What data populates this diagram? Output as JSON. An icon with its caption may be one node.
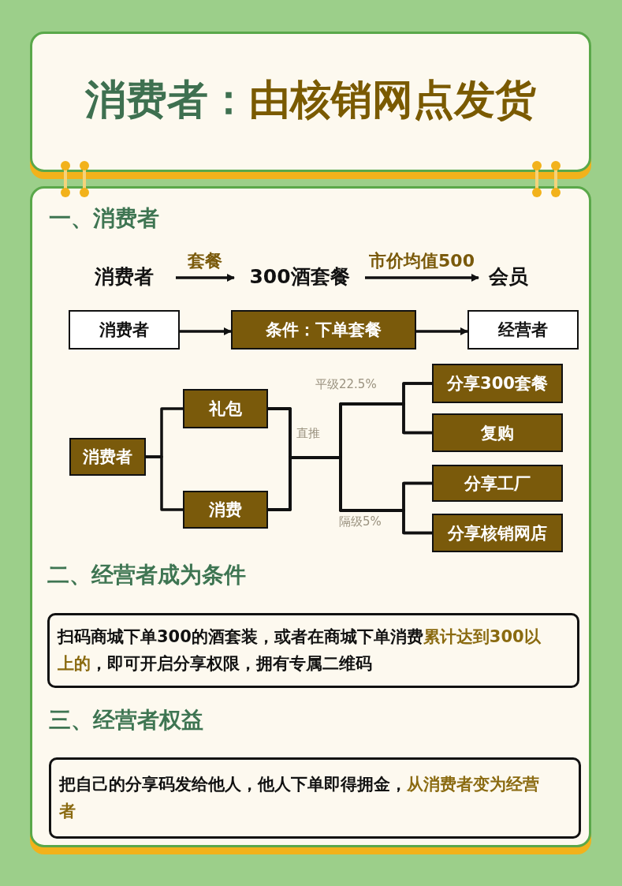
{
  "diagram": {
    "title": "**消费者：**由核销网点发货",
    "nodes": [
      {
        "text": [
          "消费者"
        ]
      },
      {
        "text": [
          "300酒套餐"
        ]
      },
      {
        "text": [
          "会员"
        ]
      },
      {
        "text": [
          "消费者"
        ]
      },
      {
        "text": [
          "条件：下单套餐"
        ]
      },
      {
        "text": [
          "经营者"
        ]
      },
      {
        "text": [
          "消费者"
        ]
      },
      {
        "text": [
          "礼包"
        ]
      },
      {
        "text": [
          "消费"
        ]
      },
      {
        "text": [
          "分享300套餐"
        ]
      },
      {
        "text": [
          "复购"
        ]
      },
      {
        "text": [
          "分享工厂"
        ]
      },
      {
        "text": [
          "分享核销网店"
        ]
      },
      {
        "text": [
          "扫码商城下单300的酒套装，或者在商城下单消费**累计达到300以上的**，即可开启分享权限，拥有专属二维码"
        ]
      },
      {
        "text": [
          "把自己的分享码发给他人，他人下单即得拥金，**从消费者变为经营者**"
        ]
      }
    ],
    "edges": [
      {
        "from": 0,
        "to": 1,
        "arrow": "to",
        "label": "套餐"
      },
      {
        "from": 1,
        "to": 2,
        "arrow": "to",
        "label": "市价均值500"
      },
      {
        "from": 3,
        "to": 4,
        "arrow": "to"
      },
      {
        "from": 4,
        "to": 5,
        "arrow": "to"
      },
      {
        "from": 6,
        "to": 7,
        "arrow": "none"
      },
      {
        "from": 6,
        "to": 8,
        "arrow": "none"
      },
      {
        "from": 7,
        "to": 9,
        "arrow": "none"
      },
      {
        "from": 7,
        "to": 10,
        "arrow": "none"
      },
      {
        "from": 7,
        "to": 11,
        "arrow": "none"
      },
      {
        "from": 7,
        "to": 12,
        "arrow": "none"
      },
      {
        "from": 8,
        "to": 9,
        "arrow": "none"
      },
      {
        "from": 8,
        "to": 10,
        "arrow": "none"
      },
      {
        "from": 8,
        "to": 11,
        "arrow": "none"
      },
      {
        "from": 8,
        "to": 12,
        "arrow": "none"
      }
    ],
    "labels": [
      "一、消费者",
      "平级22.5%",
      "直推",
      "隔级5%",
      "二、经营者成为条件",
      "三、经营者权益"
    ]
  }
}
